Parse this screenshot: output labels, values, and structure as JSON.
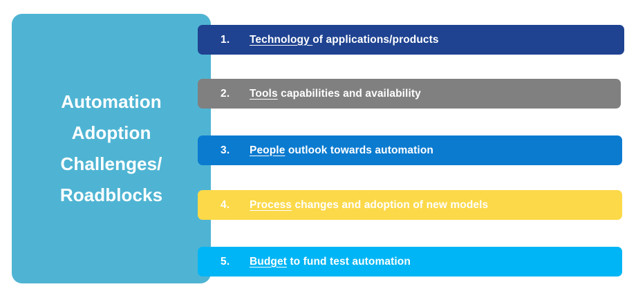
{
  "panel": {
    "title": "Automation\nAdoption\nChallenges/\nRoadblocks",
    "title_lines": [
      "Automation",
      "Adoption",
      "Challenges/",
      "Roadblocks"
    ],
    "color": "#4fb4d3",
    "text_color": "#ffffff"
  },
  "bars": [
    {
      "index": "1.",
      "keyword": "Technology ",
      "rest": "of applications/products",
      "full_text": "Technology of applications/products",
      "color": "#1f4391",
      "text_color": "#ffffff"
    },
    {
      "index": "2.",
      "keyword": "Tools",
      "rest": " capabilities and availability",
      "full_text": "Tools capabilities and availability",
      "color": "#808080",
      "text_color": "#ffffff"
    },
    {
      "index": "3.",
      "keyword": "People",
      "rest": " outlook towards automation",
      "full_text": "People outlook towards automation",
      "color": "#0b7bd0",
      "text_color": "#ffffff"
    },
    {
      "index": "4.",
      "keyword": "Process",
      "rest": " changes and adoption of new models",
      "full_text": "Process changes and adoption of new models",
      "color": "#fcd949",
      "text_color": "#ffffff"
    },
    {
      "index": "5.",
      "keyword": "Budget",
      "rest": " to fund test automation",
      "full_text": "Budget to fund test automation",
      "color": "#00b5f5",
      "text_color": "#ffffff"
    }
  ]
}
